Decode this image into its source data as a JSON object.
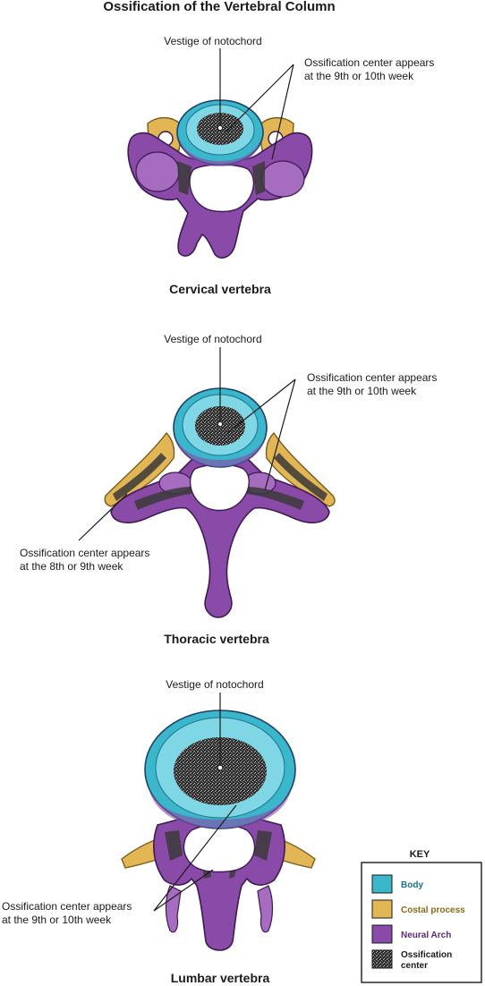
{
  "title": "Ossification of the Vertebral Column",
  "vertebrae": {
    "cervical": {
      "caption": "Cervical vertebra",
      "notochord_label": "Vestige of notochord",
      "ossification_label_line1": "Ossification center appears",
      "ossification_label_line2": "at the 9th or 10th week"
    },
    "thoracic": {
      "caption": "Thoracic vertebra",
      "notochord_label": "Vestige of notochord",
      "ossification_label_line1": "Ossification center appears",
      "ossification_label_line2": "at the 9th or 10th week",
      "costal_label_line1": "Ossification center appears",
      "costal_label_line2": "at the 8th or 9th week"
    },
    "lumbar": {
      "caption": "Lumbar vertebra",
      "notochord_label": "Vestige of notochord",
      "ossification_label_line1": "Ossification center appears",
      "ossification_label_line2": "at the 9th or 10th week"
    }
  },
  "key": {
    "title": "KEY",
    "items": [
      {
        "label": "Body",
        "color": "#3bb7cb",
        "text_color": "#1f6f8a"
      },
      {
        "label": "Costal process",
        "color": "#e2b655",
        "text_color": "#8a6a1a"
      },
      {
        "label": "Neural Arch",
        "color": "#8a4aa8",
        "text_color": "#5a2a78"
      },
      {
        "label_line1": "Ossification",
        "label_line2": "center",
        "color": "#3a3a3a",
        "text_color": "#1a1a1a"
      }
    ]
  }
}
